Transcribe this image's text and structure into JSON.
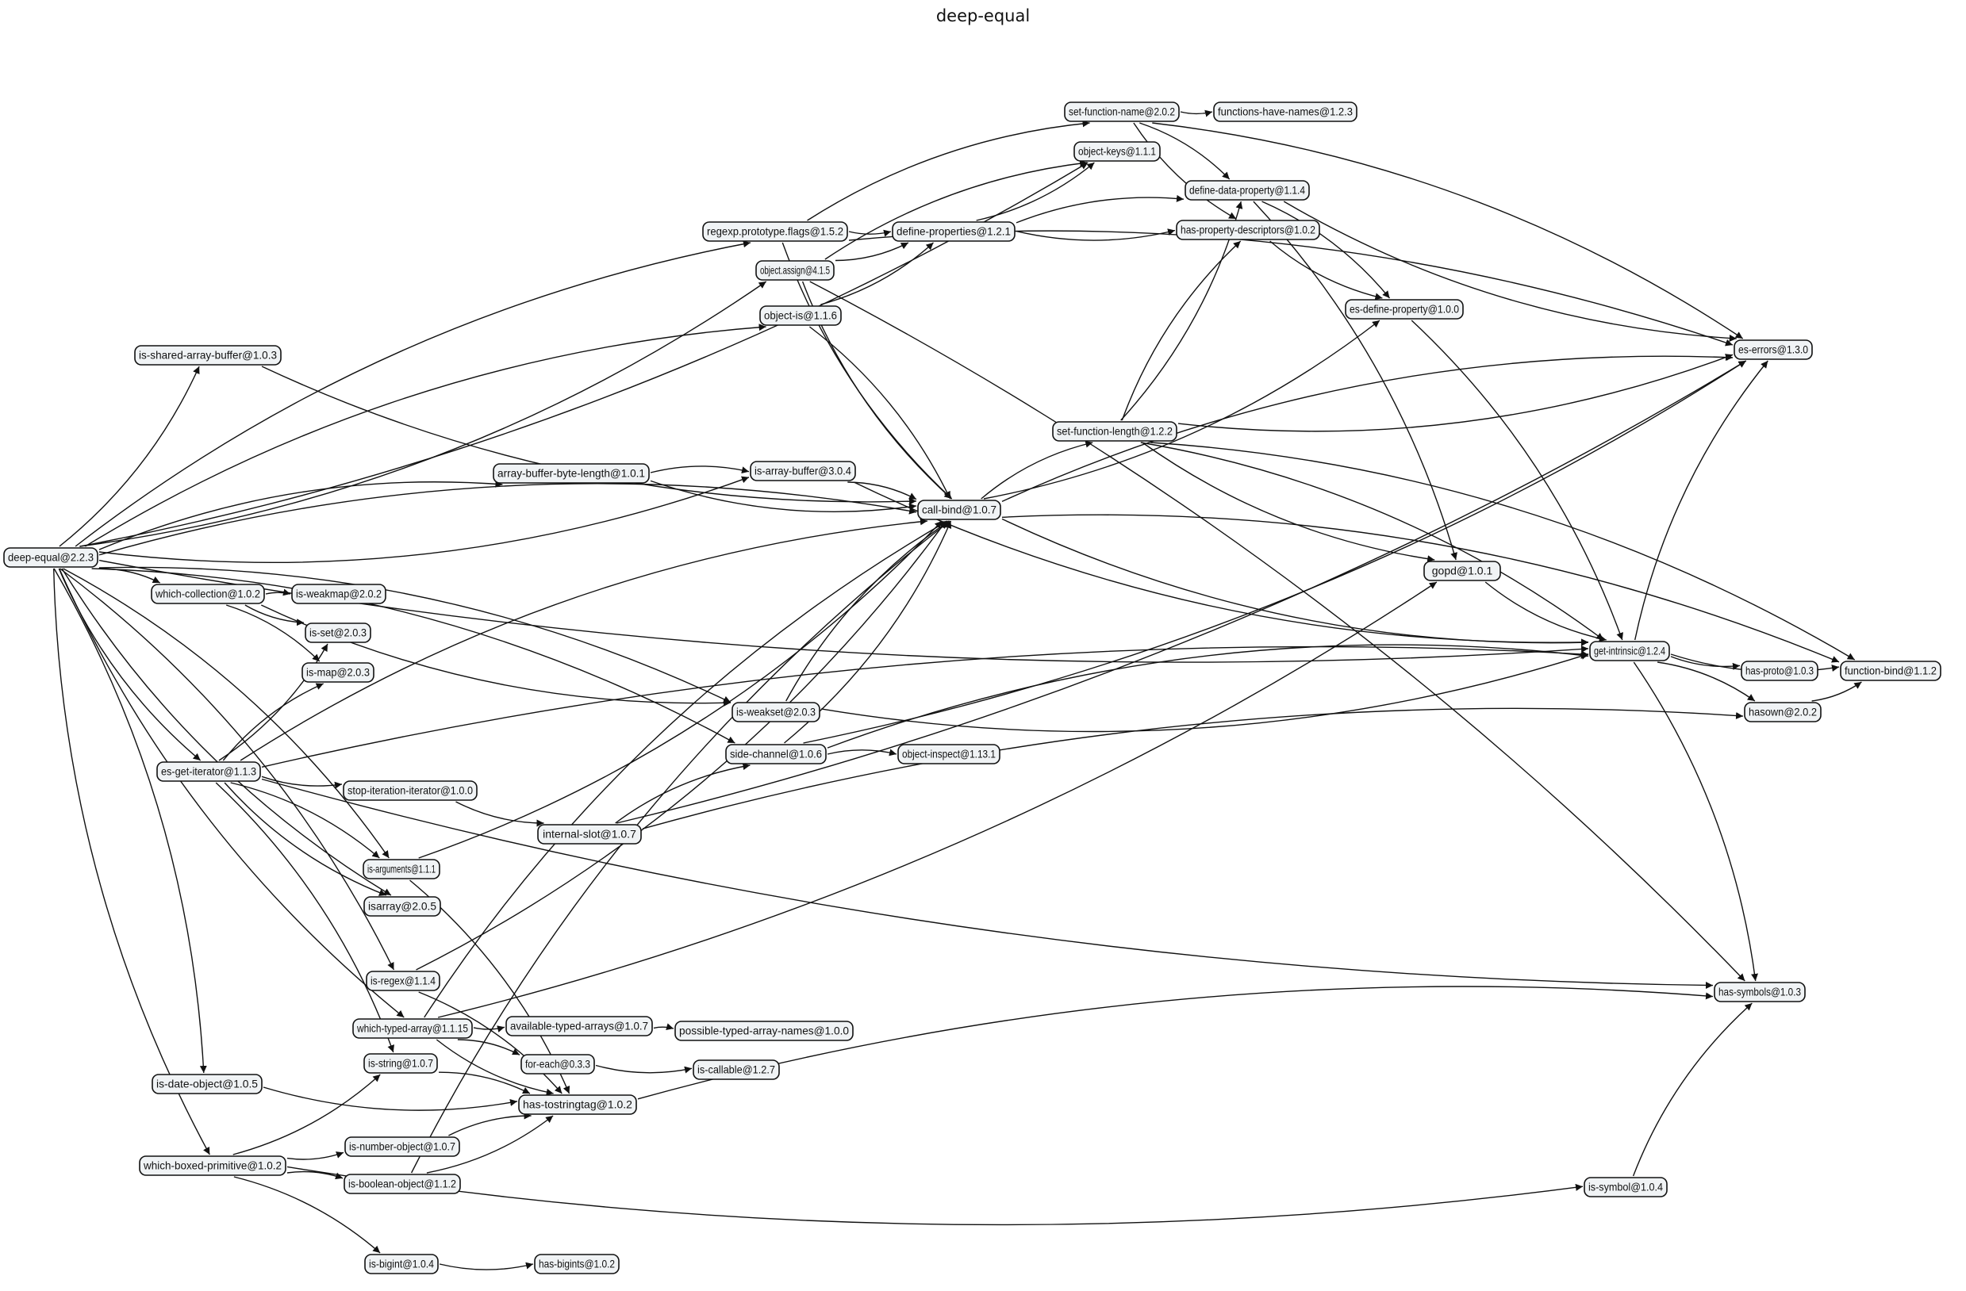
{
  "title": "deep-equal",
  "nodes": [
    {
      "id": "deep-equal",
      "label": "deep-equal@2.2.3"
    },
    {
      "id": "regexp.prototype.flags",
      "label": "regexp.prototype.flags@1.5.2"
    },
    {
      "id": "object.assign",
      "label": "object.assign@4.1.5"
    },
    {
      "id": "object-is",
      "label": "object-is@1.1.6"
    },
    {
      "id": "is-shared-array-buffer",
      "label": "is-shared-array-buffer@1.0.3"
    },
    {
      "id": "array-buffer-byte-length",
      "label": "array-buffer-byte-length@1.0.1"
    },
    {
      "id": "is-array-buffer",
      "label": "is-array-buffer@3.0.4"
    },
    {
      "id": "call-bind",
      "label": "call-bind@1.0.7"
    },
    {
      "id": "set-function-name",
      "label": "set-function-name@2.0.2"
    },
    {
      "id": "functions-have-names",
      "label": "functions-have-names@1.2.3"
    },
    {
      "id": "object-keys",
      "label": "object-keys@1.1.1"
    },
    {
      "id": "define-properties",
      "label": "define-properties@1.2.1"
    },
    {
      "id": "define-data-property",
      "label": "define-data-property@1.1.4"
    },
    {
      "id": "has-property-descriptors",
      "label": "has-property-descriptors@1.0.2"
    },
    {
      "id": "es-define-property",
      "label": "es-define-property@1.0.0"
    },
    {
      "id": "es-errors",
      "label": "es-errors@1.3.0"
    },
    {
      "id": "set-function-length",
      "label": "set-function-length@1.2.2"
    },
    {
      "id": "gopd",
      "label": "gopd@1.0.1"
    },
    {
      "id": "get-intrinsic",
      "label": "get-intrinsic@1.2.4"
    },
    {
      "id": "has-proto",
      "label": "has-proto@1.0.3"
    },
    {
      "id": "hasown",
      "label": "hasown@2.0.2"
    },
    {
      "id": "function-bind",
      "label": "function-bind@1.1.2"
    },
    {
      "id": "which-collection",
      "label": "which-collection@1.0.2"
    },
    {
      "id": "is-weakmap",
      "label": "is-weakmap@2.0.2"
    },
    {
      "id": "is-set",
      "label": "is-set@2.0.3"
    },
    {
      "id": "is-map",
      "label": "is-map@2.0.3"
    },
    {
      "id": "is-weakset",
      "label": "is-weakset@2.0.3"
    },
    {
      "id": "side-channel",
      "label": "side-channel@1.0.6"
    },
    {
      "id": "object-inspect",
      "label": "object-inspect@1.13.1"
    },
    {
      "id": "es-get-iterator",
      "label": "es-get-iterator@1.1.3"
    },
    {
      "id": "stop-iteration-iterator",
      "label": "stop-iteration-iterator@1.0.0"
    },
    {
      "id": "internal-slot",
      "label": "internal-slot@1.0.7"
    },
    {
      "id": "is-arguments",
      "label": "is-arguments@1.1.1"
    },
    {
      "id": "isarray",
      "label": "isarray@2.0.5"
    },
    {
      "id": "is-regex",
      "label": "is-regex@1.1.4"
    },
    {
      "id": "which-typed-array",
      "label": "which-typed-array@1.1.15"
    },
    {
      "id": "available-typed-arrays",
      "label": "available-typed-arrays@1.0.7"
    },
    {
      "id": "possible-typed-array-names",
      "label": "possible-typed-array-names@1.0.0"
    },
    {
      "id": "for-each",
      "label": "for-each@0.3.3"
    },
    {
      "id": "is-callable",
      "label": "is-callable@1.2.7"
    },
    {
      "id": "is-string",
      "label": "is-string@1.0.7"
    },
    {
      "id": "is-date-object",
      "label": "is-date-object@1.0.5"
    },
    {
      "id": "has-tostringtag",
      "label": "has-tostringtag@1.0.2"
    },
    {
      "id": "which-boxed-primitive",
      "label": "which-boxed-primitive@1.0.2"
    },
    {
      "id": "is-number-object",
      "label": "is-number-object@1.0.7"
    },
    {
      "id": "is-boolean-object",
      "label": "is-boolean-object@1.1.2"
    },
    {
      "id": "is-bigint",
      "label": "is-bigint@1.0.4"
    },
    {
      "id": "has-bigints",
      "label": "has-bigints@1.0.2"
    },
    {
      "id": "has-symbols",
      "label": "has-symbols@1.0.3"
    },
    {
      "id": "is-symbol",
      "label": "is-symbol@1.0.4"
    }
  ],
  "edges": [
    [
      "deep-equal",
      "regexp.prototype.flags"
    ],
    [
      "deep-equal",
      "object.assign"
    ],
    [
      "deep-equal",
      "object-is"
    ],
    [
      "deep-equal",
      "is-shared-array-buffer"
    ],
    [
      "deep-equal",
      "array-buffer-byte-length"
    ],
    [
      "deep-equal",
      "is-array-buffer"
    ],
    [
      "deep-equal",
      "call-bind"
    ],
    [
      "deep-equal",
      "object-keys"
    ],
    [
      "deep-equal",
      "which-collection"
    ],
    [
      "deep-equal",
      "es-get-iterator"
    ],
    [
      "deep-equal",
      "is-arguments"
    ],
    [
      "deep-equal",
      "isarray"
    ],
    [
      "deep-equal",
      "is-regex"
    ],
    [
      "deep-equal",
      "which-typed-array"
    ],
    [
      "deep-equal",
      "is-date-object"
    ],
    [
      "deep-equal",
      "which-boxed-primitive"
    ],
    [
      "deep-equal",
      "side-channel"
    ],
    [
      "deep-equal",
      "get-intrinsic"
    ],
    [
      "deep-equal",
      "is-weakset"
    ],
    [
      "regexp.prototype.flags",
      "define-properties"
    ],
    [
      "regexp.prototype.flags",
      "set-function-name"
    ],
    [
      "regexp.prototype.flags",
      "call-bind"
    ],
    [
      "regexp.prototype.flags",
      "es-errors"
    ],
    [
      "object.assign",
      "define-properties"
    ],
    [
      "object.assign",
      "object-keys"
    ],
    [
      "object.assign",
      "call-bind"
    ],
    [
      "object.assign",
      "has-symbols"
    ],
    [
      "object-is",
      "define-properties"
    ],
    [
      "object-is",
      "call-bind"
    ],
    [
      "is-shared-array-buffer",
      "call-bind"
    ],
    [
      "array-buffer-byte-length",
      "is-array-buffer"
    ],
    [
      "array-buffer-byte-length",
      "call-bind"
    ],
    [
      "is-array-buffer",
      "call-bind"
    ],
    [
      "is-array-buffer",
      "get-intrinsic"
    ],
    [
      "call-bind",
      "set-function-length"
    ],
    [
      "call-bind",
      "get-intrinsic"
    ],
    [
      "call-bind",
      "es-errors"
    ],
    [
      "call-bind",
      "es-define-property"
    ],
    [
      "call-bind",
      "function-bind"
    ],
    [
      "set-function-name",
      "functions-have-names"
    ],
    [
      "set-function-name",
      "define-data-property"
    ],
    [
      "set-function-name",
      "has-property-descriptors"
    ],
    [
      "set-function-name",
      "es-errors"
    ],
    [
      "define-properties",
      "object-keys"
    ],
    [
      "define-properties",
      "define-data-property"
    ],
    [
      "define-properties",
      "has-property-descriptors"
    ],
    [
      "define-data-property",
      "es-define-property"
    ],
    [
      "define-data-property",
      "es-errors"
    ],
    [
      "define-data-property",
      "gopd"
    ],
    [
      "has-property-descriptors",
      "es-define-property"
    ],
    [
      "es-define-property",
      "get-intrinsic"
    ],
    [
      "set-function-length",
      "define-data-property"
    ],
    [
      "set-function-length",
      "has-property-descriptors"
    ],
    [
      "set-function-length",
      "es-errors"
    ],
    [
      "set-function-length",
      "function-bind"
    ],
    [
      "set-function-length",
      "gopd"
    ],
    [
      "set-function-length",
      "get-intrinsic"
    ],
    [
      "gopd",
      "get-intrinsic"
    ],
    [
      "get-intrinsic",
      "es-errors"
    ],
    [
      "get-intrinsic",
      "has-proto"
    ],
    [
      "get-intrinsic",
      "hasown"
    ],
    [
      "get-intrinsic",
      "function-bind"
    ],
    [
      "get-intrinsic",
      "has-symbols"
    ],
    [
      "hasown",
      "function-bind"
    ],
    [
      "which-collection",
      "is-weakmap"
    ],
    [
      "which-collection",
      "is-set"
    ],
    [
      "which-collection",
      "is-map"
    ],
    [
      "which-collection",
      "is-weakset"
    ],
    [
      "is-weakset",
      "call-bind"
    ],
    [
      "is-weakset",
      "get-intrinsic"
    ],
    [
      "side-channel",
      "object-inspect"
    ],
    [
      "side-channel",
      "call-bind"
    ],
    [
      "side-channel",
      "get-intrinsic"
    ],
    [
      "side-channel",
      "es-errors"
    ],
    [
      "es-get-iterator",
      "call-bind"
    ],
    [
      "es-get-iterator",
      "is-set"
    ],
    [
      "es-get-iterator",
      "is-map"
    ],
    [
      "es-get-iterator",
      "stop-iteration-iterator"
    ],
    [
      "es-get-iterator",
      "is-arguments"
    ],
    [
      "es-get-iterator",
      "isarray"
    ],
    [
      "es-get-iterator",
      "is-string"
    ],
    [
      "es-get-iterator",
      "has-symbols"
    ],
    [
      "es-get-iterator",
      "get-intrinsic"
    ],
    [
      "stop-iteration-iterator",
      "internal-slot"
    ],
    [
      "internal-slot",
      "side-channel"
    ],
    [
      "internal-slot",
      "es-errors"
    ],
    [
      "internal-slot",
      "hasown"
    ],
    [
      "is-arguments",
      "call-bind"
    ],
    [
      "is-arguments",
      "has-tostringtag"
    ],
    [
      "is-regex",
      "call-bind"
    ],
    [
      "is-regex",
      "has-tostringtag"
    ],
    [
      "which-typed-array",
      "available-typed-arrays"
    ],
    [
      "which-typed-array",
      "for-each"
    ],
    [
      "which-typed-array",
      "has-tostringtag"
    ],
    [
      "which-typed-array",
      "call-bind"
    ],
    [
      "which-typed-array",
      "gopd"
    ],
    [
      "available-typed-arrays",
      "possible-typed-array-names"
    ],
    [
      "for-each",
      "is-callable"
    ],
    [
      "is-string",
      "has-tostringtag"
    ],
    [
      "is-date-object",
      "has-tostringtag"
    ],
    [
      "has-tostringtag",
      "has-symbols"
    ],
    [
      "which-boxed-primitive",
      "is-number-object"
    ],
    [
      "which-boxed-primitive",
      "is-boolean-object"
    ],
    [
      "which-boxed-primitive",
      "is-string"
    ],
    [
      "which-boxed-primitive",
      "is-bigint"
    ],
    [
      "which-boxed-primitive",
      "is-symbol"
    ],
    [
      "is-number-object",
      "has-tostringtag"
    ],
    [
      "is-boolean-object",
      "has-tostringtag"
    ],
    [
      "is-boolean-object",
      "call-bind"
    ],
    [
      "is-bigint",
      "has-bigints"
    ],
    [
      "is-symbol",
      "has-symbols"
    ]
  ]
}
